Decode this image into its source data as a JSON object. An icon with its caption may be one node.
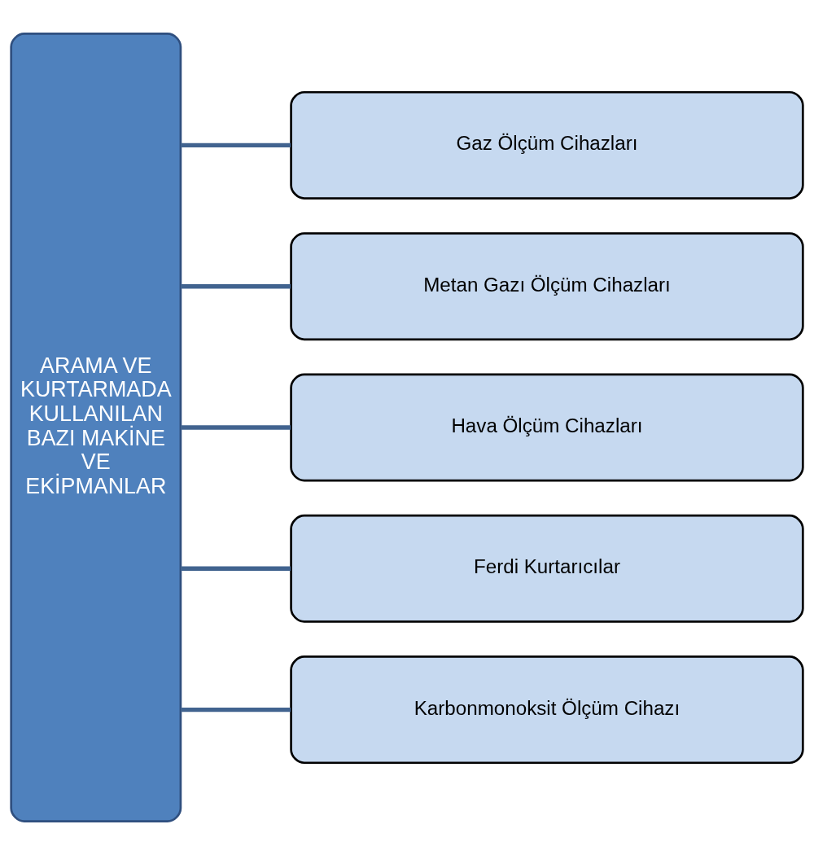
{
  "diagram": {
    "nodes": [
      {
        "text": [
          "ARAMA VE KURTARMADA KULLANILAN BAZI MAKİNE VE EKİPMANLAR"
        ]
      },
      {
        "text": [
          "Gaz Ölçüm Cihazları"
        ]
      },
      {
        "text": [
          "Metan Gazı Ölçüm Cihazları"
        ]
      },
      {
        "text": [
          "Hava Ölçüm Cihazları"
        ]
      },
      {
        "text": [
          "Ferdi Kurtarıcılar"
        ]
      },
      {
        "text": [
          "Karbonmonoksit Ölçüm Cihazı"
        ]
      }
    ],
    "edges": [
      {
        "from": 0,
        "to": 1,
        "arrow": "none"
      },
      {
        "from": 0,
        "to": 2,
        "arrow": "none"
      },
      {
        "from": 0,
        "to": 3,
        "arrow": "none"
      },
      {
        "from": 0,
        "to": 4,
        "arrow": "none"
      },
      {
        "from": 0,
        "to": 5,
        "arrow": "none"
      }
    ]
  }
}
